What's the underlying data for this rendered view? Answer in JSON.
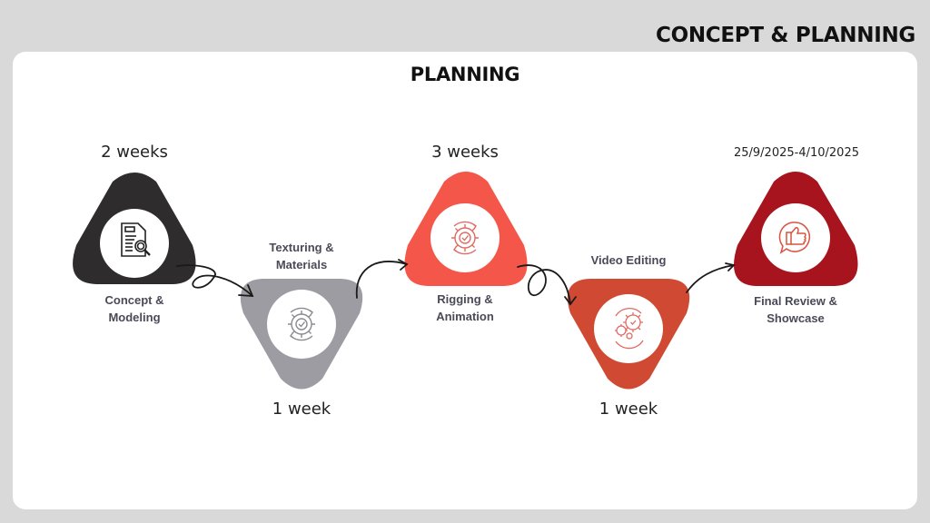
{
  "header": {
    "title": "CONCEPT & PLANNING"
  },
  "panel": {
    "title": "PLANNING"
  },
  "steps": [
    {
      "label": "Concept &\nModeling",
      "duration": "2 weeks",
      "color": "#2e2c2c",
      "icon": "document-search-icon",
      "orientation": "up"
    },
    {
      "label": "Texturing &\nMaterials",
      "duration": "1 week",
      "color": "#9e9ca3",
      "icon": "gear-check-icon",
      "orientation": "down"
    },
    {
      "label": "Rigging &\nAnimation",
      "duration": "3 weeks",
      "color": "#f5564a",
      "icon": "gear-check-icon",
      "orientation": "up"
    },
    {
      "label": "Video Editing",
      "duration": "1 week",
      "color": "#d04a33",
      "icon": "gears-cycle-icon",
      "orientation": "down"
    },
    {
      "label": "Final Review &\nShowcase",
      "duration": "25/9/2025-4/10/2025",
      "color": "#a8141e",
      "icon": "thumbs-up-chat-icon",
      "orientation": "up"
    }
  ],
  "colors": {
    "background": "#d9d9d9",
    "panel": "#ffffff",
    "arrow": "#1a1a1a"
  }
}
